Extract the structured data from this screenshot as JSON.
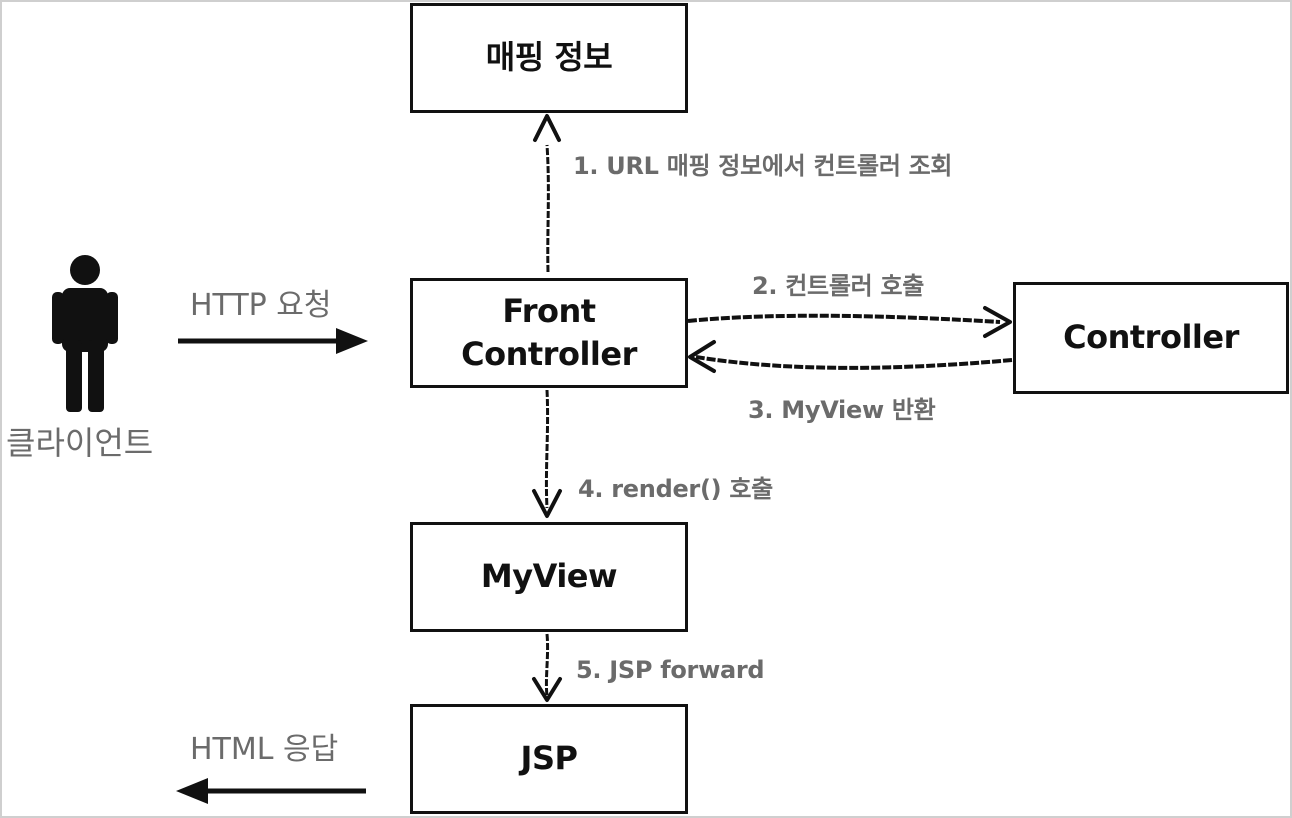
{
  "client": {
    "label": "클라이언트"
  },
  "boxes": {
    "mapping": "매핑 정보",
    "front_controller_line1": "Front",
    "front_controller_line2": "Controller",
    "controller": "Controller",
    "myview": "MyView",
    "jsp": "JSP"
  },
  "steps": {
    "http_request": "HTTP 요청",
    "step1": "1. URL 매핑 정보에서 컨트롤러 조회",
    "step2": "2. 컨트롤러 호출",
    "step3": "3. MyView 반환",
    "step4": "4. render() 호출",
    "step5": "5. JSP forward",
    "http_response": "HTML 응답"
  }
}
